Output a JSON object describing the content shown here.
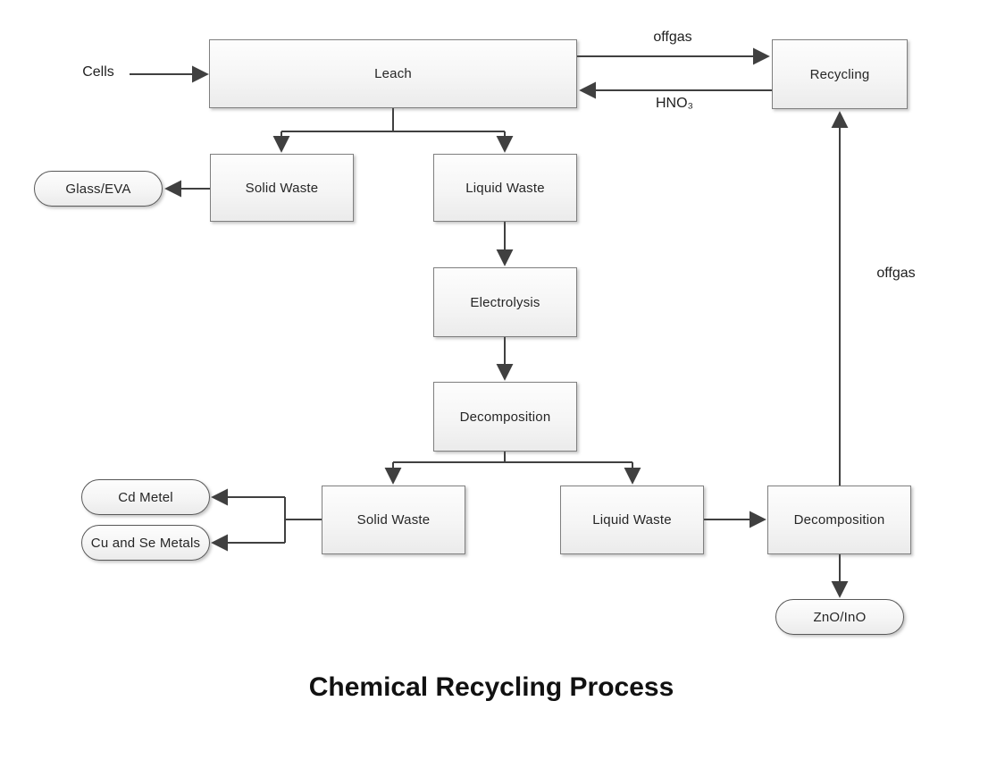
{
  "title": "Chemical Recycling Process",
  "nodes": {
    "cells": "Cells",
    "leach": "Leach",
    "recycling": "Recycling",
    "solid_waste_top": "Solid Waste",
    "liquid_waste_top": "Liquid Waste",
    "glass_eva": "Glass/EVA",
    "electrolysis": "Electrolysis",
    "decomposition_mid": "Decomposition",
    "solid_waste_bottom": "Solid Waste",
    "liquid_waste_bottom": "Liquid Waste",
    "decomposition_right": "Decomposition",
    "cd_metal": "Cd Metel",
    "cu_se_metals": "Cu and Se Metals",
    "zno_ino": "ZnO/InO"
  },
  "edge_labels": {
    "offgas_top": "offgas",
    "hno3": "HNO₃",
    "offgas_right": "offgas"
  },
  "colors": {
    "line": "#404040",
    "box_border": "#7f7f7f",
    "stadium_border": "#595959",
    "box_fill_top": "#fdfdfd",
    "box_fill_bottom": "#ebebeb",
    "text": "#262626"
  }
}
